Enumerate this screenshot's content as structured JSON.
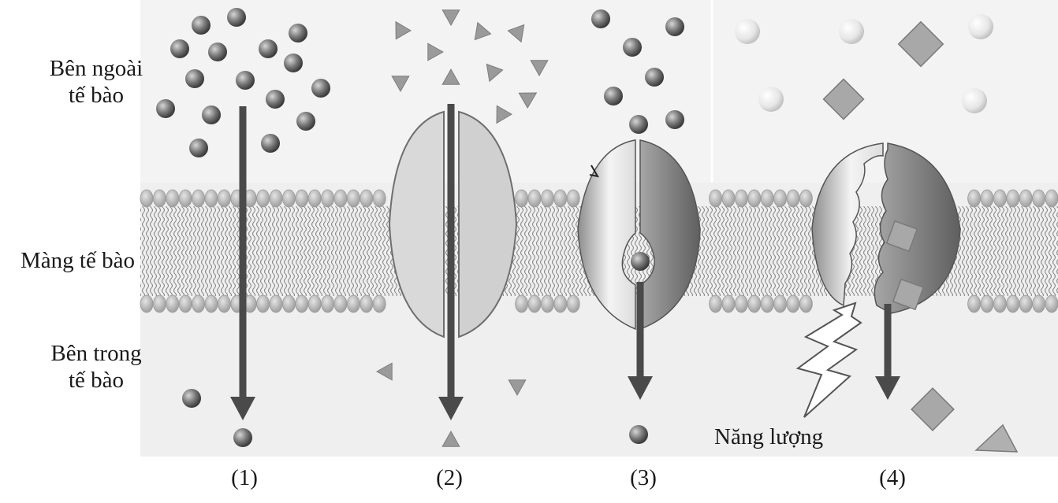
{
  "labels": {
    "outside": [
      "Bên ngoài",
      "tế bào"
    ],
    "membrane": "Màng tế bào",
    "inside": [
      "Bên trong",
      "tế bào"
    ],
    "energy": "Năng lượng"
  },
  "panels": [
    {
      "number": "(1)",
      "molecule": "sphere"
    },
    {
      "number": "(2)",
      "molecule": "triangle"
    },
    {
      "number": "(3)",
      "molecule": "sphere"
    },
    {
      "number": "(4)",
      "molecule": "diamond"
    }
  ],
  "colors": {
    "background": "#efefef",
    "head": "#bdbdbd",
    "tail": "#8a8a8a",
    "arrow": "#4a4a4a",
    "molecule": "#707070",
    "channel": "#d8d8d8",
    "carrier_dark": "#7d7d7d"
  }
}
